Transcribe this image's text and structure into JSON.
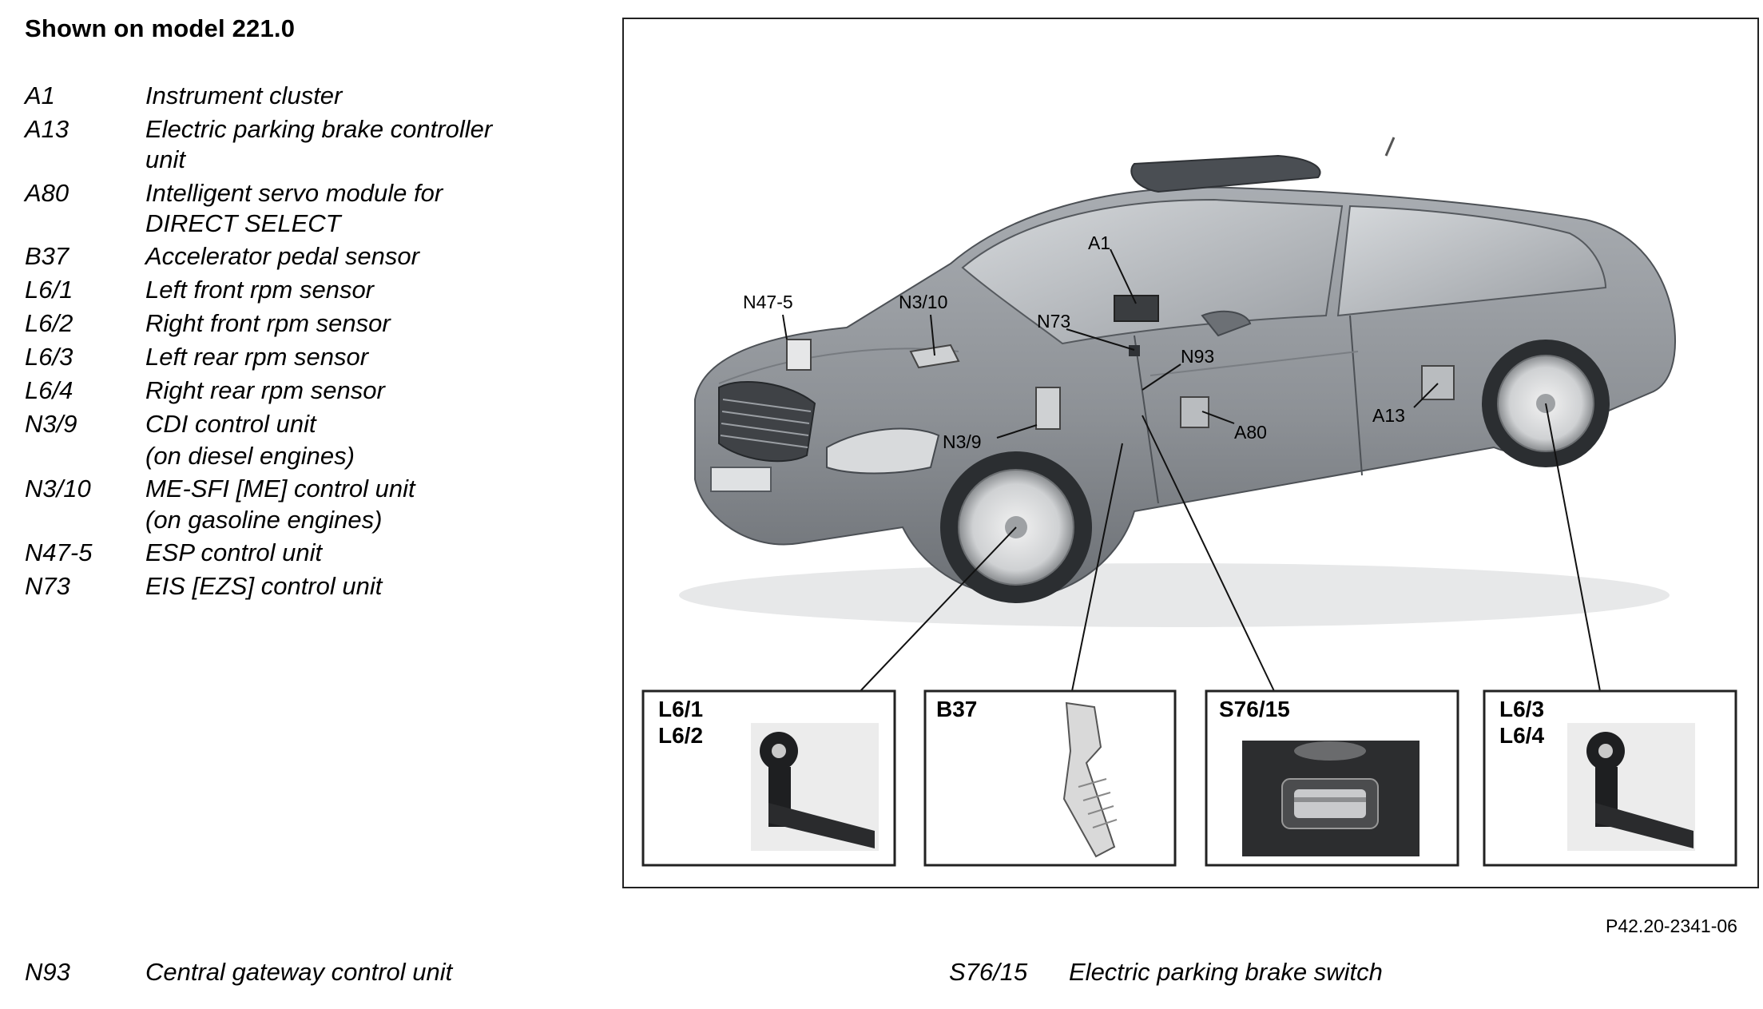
{
  "heading": "Shown on model 221.0",
  "legend": [
    {
      "code": "A1",
      "desc": [
        "Instrument cluster"
      ]
    },
    {
      "code": "A13",
      "desc": [
        "Electric parking brake controller",
        "unit"
      ]
    },
    {
      "code": "A80",
      "desc": [
        "Intelligent servo module for",
        "DIRECT SELECT"
      ]
    },
    {
      "code": "B37",
      "desc": [
        "Accelerator pedal sensor"
      ]
    },
    {
      "code": "L6/1",
      "desc": [
        "Left front rpm sensor"
      ]
    },
    {
      "code": "L6/2",
      "desc": [
        "Right front rpm sensor"
      ]
    },
    {
      "code": "L6/3",
      "desc": [
        "Left rear rpm sensor"
      ]
    },
    {
      "code": "L6/4",
      "desc": [
        "Right rear rpm sensor"
      ]
    },
    {
      "code": "N3/9",
      "desc": [
        "CDI control unit",
        "(on diesel engines)"
      ]
    },
    {
      "code": "N3/10",
      "desc": [
        "ME-SFI [ME] control unit",
        "(on gasoline engines)"
      ]
    },
    {
      "code": "N47-5",
      "desc": [
        "ESP control unit"
      ]
    },
    {
      "code": "N73",
      "desc": [
        "EIS [EZS] control unit"
      ]
    }
  ],
  "bottom": [
    {
      "code": "N93",
      "desc": "Central gateway control unit"
    },
    {
      "code": "S76/15",
      "desc": "Electric parking brake switch"
    }
  ],
  "reference": "P42.20-2341-06",
  "callouts": {
    "N47_5": "N47-5",
    "N3_10": "N3/10",
    "A1": "A1",
    "N73": "N73",
    "N93": "N93",
    "N3_9": "N3/9",
    "A80": "A80",
    "A13": "A13"
  },
  "detail_boxes": [
    {
      "labels": [
        "L6/1",
        "L6/2"
      ],
      "icon": "rpm-sensor-icon"
    },
    {
      "labels": [
        "B37"
      ],
      "icon": "accelerator-pedal-icon"
    },
    {
      "labels": [
        "S76/15"
      ],
      "icon": "parking-brake-switch-icon"
    },
    {
      "labels": [
        "L6/3",
        "L6/4"
      ],
      "icon": "rpm-sensor-icon"
    }
  ],
  "colors": {
    "car_body": "#8f9399",
    "car_dark": "#5e6268",
    "glass": "#b8bcc2",
    "box_bg": "#ffffff"
  }
}
